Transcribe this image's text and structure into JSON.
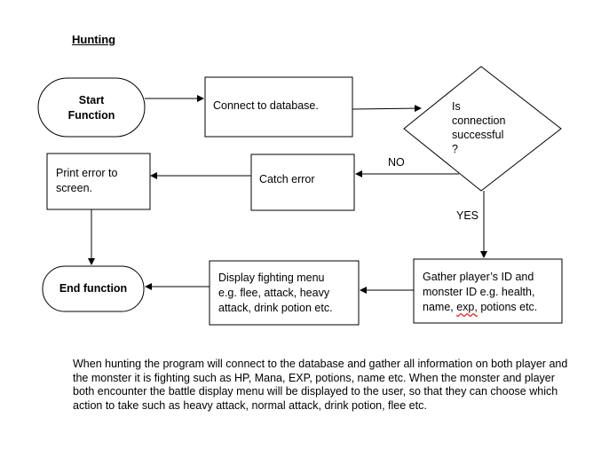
{
  "title": "Hunting",
  "nodes": {
    "start": "Start Function",
    "connect": "Connect to database.",
    "decision": [
      "Is",
      "connection",
      "successful",
      "?"
    ],
    "catch": "Catch error",
    "print_error": [
      "Print error to",
      "screen."
    ],
    "end": "End function",
    "gather": [
      "Gather player’s ID and",
      "monster ID e.g. health,"
    ],
    "gather_last": {
      "pre": "name, ",
      "flagged": "exp,",
      "post": " potions etc."
    },
    "display_menu": [
      "Display fighting menu",
      "e.g. flee, attack, heavy",
      "attack, drink potion etc."
    ]
  },
  "labels": {
    "no": "NO",
    "yes": "YES"
  },
  "description": "When hunting the program will connect to the database and gather all information on both player and the monster it is fighting such as HP, Mana, EXP, potions, name etc. When the monster and player both encounter the battle display menu will be displayed to the user, so that they can choose which action to take such as heavy attack, normal attack, drink potion, flee etc."
}
